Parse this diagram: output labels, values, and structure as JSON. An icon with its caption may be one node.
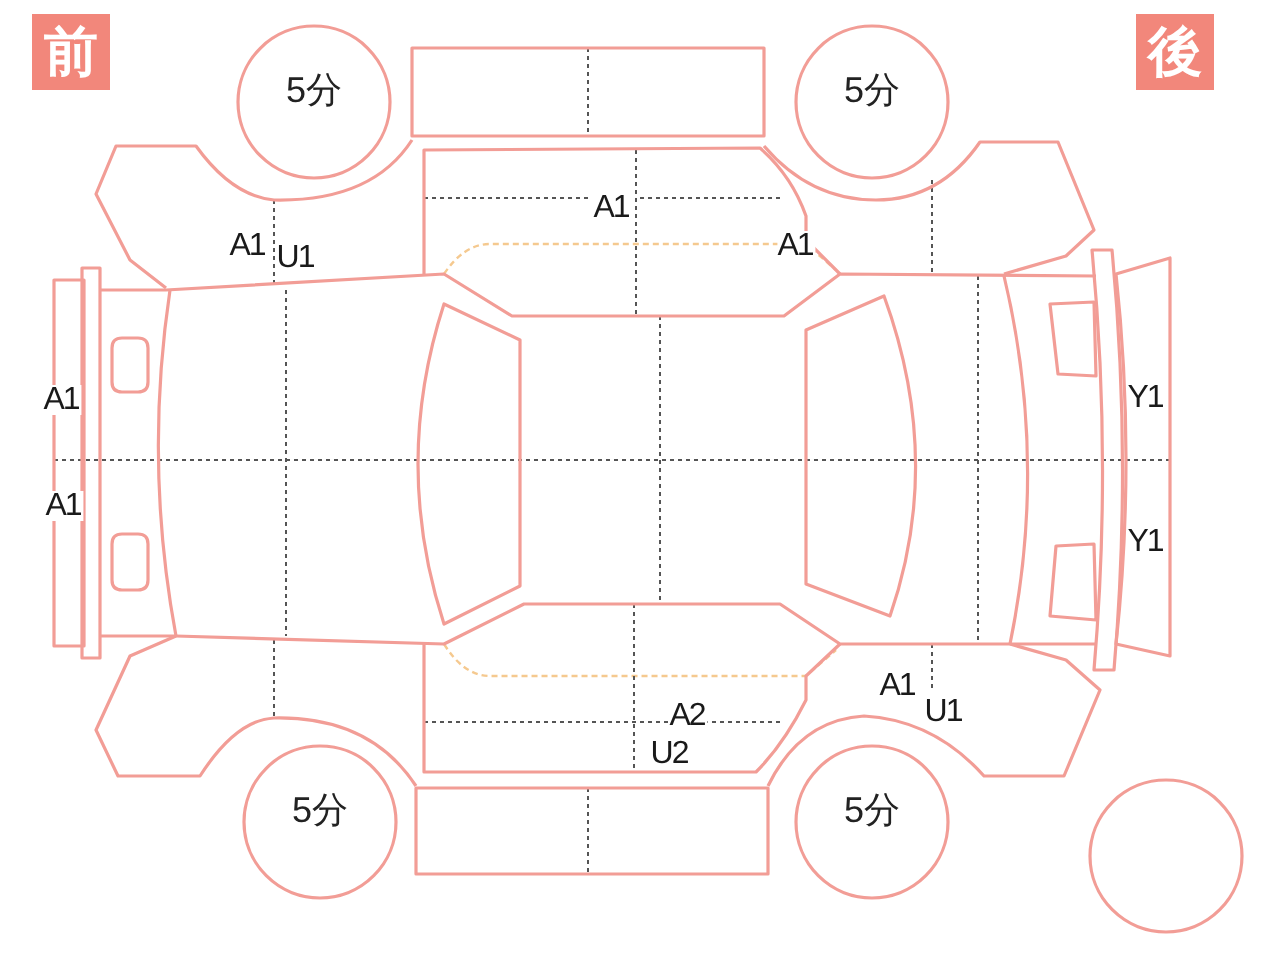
{
  "diagram": {
    "nodes": [
      {
        "text": [
          "前"
        ]
      },
      {
        "text": [
          "5分"
        ]
      },
      {
        "text": [
          "5分"
        ]
      },
      {
        "text": [
          "後"
        ]
      },
      {
        "text": [
          "5分"
        ]
      },
      {
        "text": [
          "5分"
        ]
      },
      {
        "text": [],
        "shape": "circle"
      }
    ],
    "labels": [
      "A1",
      "A1",
      "U1",
      "A1",
      "A1",
      "Y1",
      "A1",
      "Y1",
      "A1",
      "A2",
      "U1",
      "U2"
    ]
  }
}
